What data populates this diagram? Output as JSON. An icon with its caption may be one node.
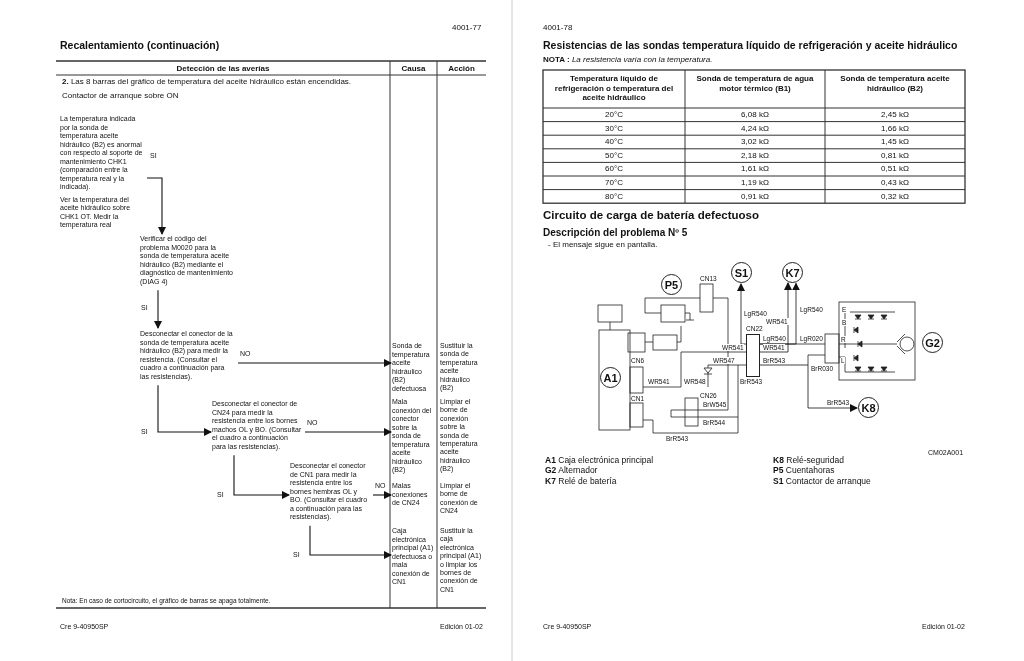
{
  "diagram": {
    "nodes": [
      {
        "text": [
          "La temperatura indicada por la sonda de temperatura aceite hidráulico (B2) es anormal con respecto al soporte de mantenimiento CHK1 (comparación entre la temperatura real y la indicada).",
          "Ver la temperatura del aceite hidráulico sobre CHK1 OT. Medir la temperatura real"
        ]
      },
      {
        "text": [
          "Verificar el código del problema M0020 para la sonda de temperatura aceite hidráulico (B2) mediante el diagnóstico de mantenimiento (DIAG 4)"
        ]
      },
      {
        "text": [
          "Desconectar el conector de la sonda de temperatura aceite hidráulico (B2) para medir la resistencia. (Consultar el cuadro a continuación para las resistencias)."
        ]
      },
      {
        "text": [
          "Desconectar el conector de CN24 para medir la resistencia entre los bornes machos OL y BO. (Consultar el cuadro a continuación para las resistencias)."
        ]
      },
      {
        "text": [
          "Desconectar el conector de CN1 para medir la resistencia entre los bornes hembras OL y BO. (Consultar el cuadro a continuación para las resistencias)."
        ]
      },
      {
        "text": [
          "Sonda de temperatura aceite hidráulico (B2) defectuosa"
        ]
      },
      {
        "text": [
          "Mala conexión del conector sobre la sonda de temperatura aceite hidráulico (B2)"
        ]
      },
      {
        "text": [
          "Malas conexiones de CN24"
        ]
      },
      {
        "text": [
          "Caja electrónica principal (A1) defectuosa o mala conexión de CN1"
        ]
      },
      {
        "text": [
          "P5"
        ]
      },
      {
        "text": [
          "S1"
        ]
      },
      {
        "text": [
          "K7"
        ]
      },
      {
        "text": [
          "A1"
        ]
      },
      {
        "text": [
          "G2"
        ]
      },
      {
        "text": [
          "K8"
        ]
      },
      {
        "text": [
          "CN22"
        ]
      }
    ],
    "edges": [
      {
        "from": 0,
        "to": 1,
        "arrow": "to",
        "label": "SI"
      },
      {
        "from": 1,
        "to": 2,
        "arrow": "to",
        "label": "SI"
      },
      {
        "from": 2,
        "to": 5,
        "arrow": "to",
        "label": "NO"
      },
      {
        "from": 2,
        "to": 3,
        "arrow": "to",
        "label": "SI"
      },
      {
        "from": 3,
        "to": 6,
        "arrow": "to",
        "label": "NO"
      },
      {
        "from": 3,
        "to": 4,
        "arrow": "to",
        "label": "SI"
      },
      {
        "from": 4,
        "to": 7,
        "arrow": "to",
        "label": "NO"
      },
      {
        "from": 4,
        "to": 8,
        "arrow": "to",
        "label": "SI"
      },
      {
        "from": 15,
        "to": 10,
        "arrow": "to",
        "label": "LgR540"
      },
      {
        "from": 15,
        "to": 11,
        "arrow": "to",
        "label": "WR541"
      },
      {
        "from": 15,
        "to": 11,
        "arrow": "to",
        "label": "LgR540"
      },
      {
        "from": 15,
        "to": 14,
        "arrow": "to",
        "label": "BrR543"
      }
    ],
    "labels": [
      "4001-77",
      "Recalentamiento (continuación)",
      "Detección de las averías",
      "Causa",
      "Acción",
      "**2.** Las 8 barras del gráfico de temperatura del aceite hidráulico están encendidas.",
      "Contactor de arranque sobre ON",
      "Sustituir la sonda de temperatura aceite hidráulico (B2)",
      "Limpiar el borne de conexión sobre la sonda de temperatura aceite hidráulico (B2)",
      "Limpiar el borne de conexión de CN24",
      "Sustituir la caja electrónica principal (A1) o limpiar los bornes de conexión de CN1",
      "Nota: En caso de cortocircuito, el gráfico de barras se apaga totalmente.",
      "Cre 9-40950SP",
      "Edición 01-02",
      "4001-78",
      "Resistencias de las sondas temperatura líquido de refrigeración y aceite hidráulico",
      "**NOTA :** *La resistencia varía con la temperatura.*",
      "Temperatura líquido de refrigeración o temperatura del aceite hidráulico",
      "Sonda de temperatura de agua motor térmico (B1)",
      "Sonda de temperatura aceite hidráulico (B2)",
      "20°C",
      "6,08 kΩ",
      "2,45 kΩ",
      "30°C",
      "4,24 kΩ",
      "1,66 kΩ",
      "40°C",
      "3,02 kΩ",
      "1,45 kΩ",
      "50°C",
      "2,18 kΩ",
      "0,81 kΩ",
      "60°C",
      "1,61 kΩ",
      "0,51 kΩ",
      "70°C",
      "1,19 kΩ",
      "0,43 kΩ",
      "80°C",
      "0,91 kΩ",
      "0,32 kΩ",
      "Circuito de carga de batería defectuoso",
      "Descripción del problema Nº 5",
      "- El mensaje sigue en pantalla.",
      "CN13",
      "E",
      "B",
      "LgR540",
      "LgR020",
      "R",
      "WR541",
      "WR541",
      "CN6",
      "WR547",
      "BrR543",
      "L",
      "BrR030",
      "WR541",
      "WR548",
      "BrR543",
      "CN1",
      "CN26",
      "BrW545",
      "BrR544",
      "BrR543",
      "CM02A001",
      "**A1** Caja electrónica principal",
      "**K8** Relé-seguridad",
      "**G2** Alternador",
      "**P5** Cuentahoras",
      "**K7** Relé de batería",
      "**S1** Contactor de arranque",
      "Cre 9-40950SP",
      "Edición 01-02"
    ]
  }
}
